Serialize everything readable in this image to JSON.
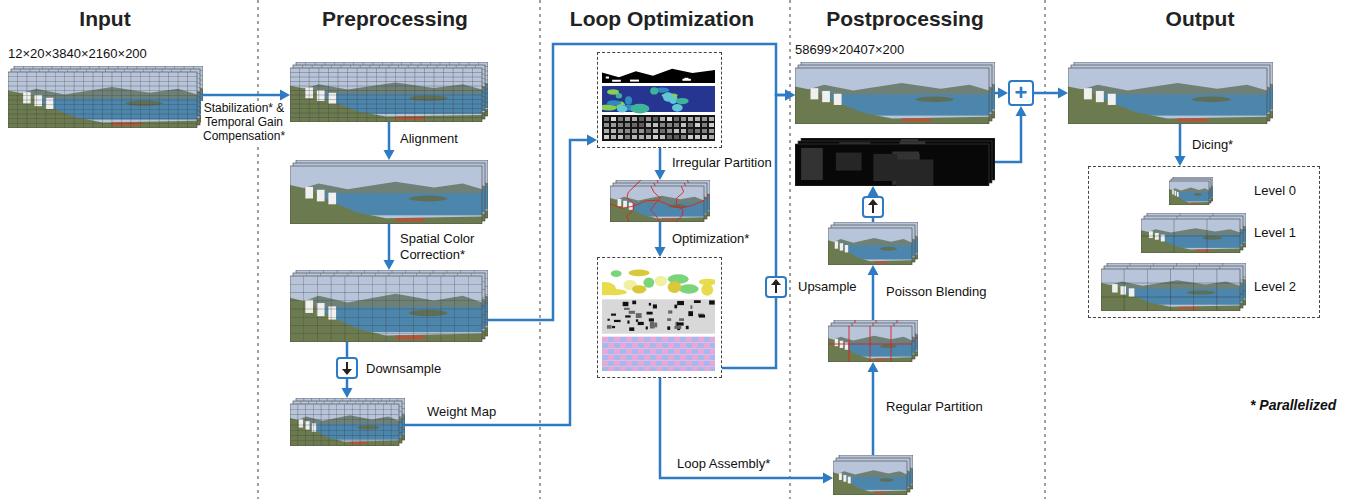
{
  "diagram": {
    "nodes": [
      {
        "text": [
          "12×20×3840×2160×200"
        ]
      },
      {
        "text": []
      },
      {
        "text": []
      },
      {
        "text": []
      },
      {
        "text": []
      },
      {
        "text": []
      },
      {
        "text": []
      },
      {
        "text": []
      },
      {
        "text": [
          "58699×20407×200"
        ]
      },
      {
        "text": [
          "+"
        ]
      },
      {
        "text": []
      },
      {
        "text": []
      },
      {
        "text": []
      },
      {
        "text": []
      },
      {
        "text": []
      },
      {
        "text": []
      },
      {
        "text": [
          "Level 0"
        ],
        "in": 15
      },
      {
        "text": [
          "Level 1"
        ],
        "in": 15
      },
      {
        "text": [
          "Level 2"
        ],
        "in": 15
      }
    ],
    "edges": [
      {
        "from": 0,
        "to": 1,
        "arrow": "to",
        "label": "Stabilization* & Temporal Gain Compensation*"
      },
      {
        "from": 1,
        "to": 2,
        "arrow": "to",
        "label": "Alignment"
      },
      {
        "from": 2,
        "to": 3,
        "arrow": "to",
        "label": "Spatial Color Correction*"
      },
      {
        "from": 3,
        "to": 4,
        "arrow": "to",
        "label": "Downsample"
      },
      {
        "from": 4,
        "to": 5,
        "arrow": "to",
        "label": "Weight Map"
      },
      {
        "from": 3,
        "to": 8,
        "arrow": "to"
      },
      {
        "from": 5,
        "to": 6,
        "arrow": "to",
        "label": "Irregular Partition"
      },
      {
        "from": 6,
        "to": 7,
        "arrow": "to",
        "label": "Optimization*"
      },
      {
        "from": 7,
        "to": 8,
        "arrow": "to",
        "label": "Upsample"
      },
      {
        "from": 7,
        "to": 13,
        "arrow": "to",
        "label": "Loop Assembly*"
      },
      {
        "from": 13,
        "to": 12,
        "arrow": "to",
        "label": "Regular Partition"
      },
      {
        "from": 12,
        "to": 11,
        "arrow": "to",
        "label": "Poisson Blending"
      },
      {
        "from": 11,
        "to": 10,
        "arrow": "to"
      },
      {
        "from": 8,
        "to": 9,
        "arrow": "to"
      },
      {
        "from": 10,
        "to": 9,
        "arrow": "to"
      },
      {
        "from": 9,
        "to": 14,
        "arrow": "to"
      },
      {
        "from": 14,
        "to": 15,
        "arrow": "to",
        "label": "Dicing*"
      }
    ],
    "labels": [
      "Input",
      "Preprocessing",
      "Loop Optimization",
      "Postprocessing",
      "Output",
      "* Parallelized"
    ]
  }
}
